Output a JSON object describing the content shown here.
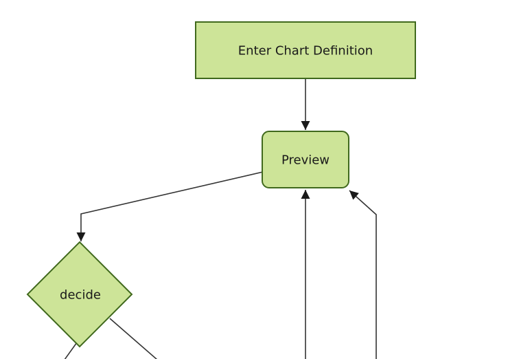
{
  "app": {
    "background": "#ffffff"
  },
  "diagram": {
    "type": "flowchart",
    "direction": "top-down",
    "colors": {
      "node_fill": "#cde498",
      "node_border": "#40691d",
      "edge": "#333333",
      "arrowhead": "#1a1a1a",
      "text": "#1a1a1a"
    },
    "nodes": [
      {
        "id": "enter-chart-definition",
        "label": "Enter Chart Definition",
        "shape": "rectangle"
      },
      {
        "id": "preview",
        "label": "Preview",
        "shape": "rounded-rectangle"
      },
      {
        "id": "decide",
        "label": "decide",
        "shape": "diamond"
      }
    ],
    "edges": [
      {
        "from": "enter-chart-definition",
        "to": "preview",
        "arrow": true
      },
      {
        "from": "preview",
        "to": "decide",
        "arrow": true
      },
      {
        "from": "offscreen-bottom-center",
        "to": "preview",
        "arrow": true
      },
      {
        "from": "offscreen-bottom-right",
        "to": "preview",
        "arrow": true
      },
      {
        "from": "decide",
        "to": "offscreen-bottom-left",
        "arrow": false
      },
      {
        "from": "decide",
        "to": "offscreen-bottom-right",
        "arrow": false
      }
    ]
  }
}
